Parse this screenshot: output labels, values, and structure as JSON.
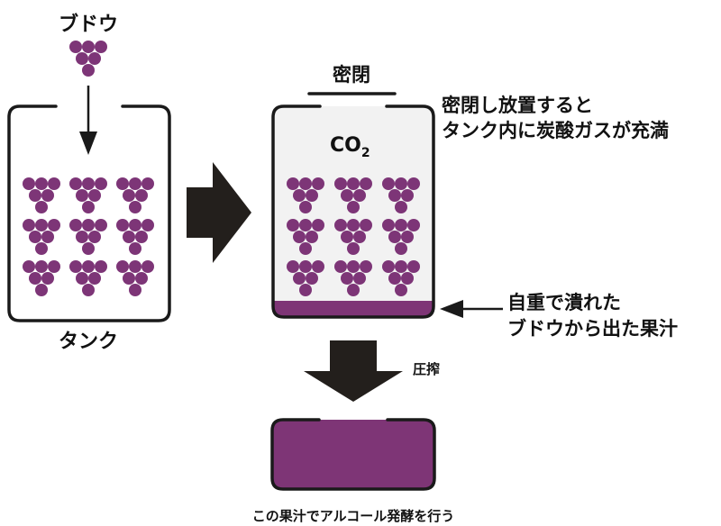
{
  "labels": {
    "grape": "ブドウ",
    "tank": "タンク",
    "sealed": "密閉",
    "co2_main": "CO",
    "co2_sub": "2",
    "note_line1": "密閉し放置すると",
    "note_line2": "タンク内に炭酸ガスが充満",
    "juice_line1": "自重で潰れた",
    "juice_line2": "ブドウから出た果汁",
    "press": "圧搾",
    "caption": "この果汁でアルコール発酵を行う"
  },
  "colors": {
    "grape": "#7d3577",
    "juice": "#7e3576",
    "tank_fill_sealed": "#f2f2f2",
    "outline": "#1a1a1a",
    "arrow": "#231f1c"
  },
  "icons": {
    "grape": "grape-cluster-icon",
    "process_arrow": "right-arrow-icon",
    "press_arrow": "down-arrow-icon"
  }
}
